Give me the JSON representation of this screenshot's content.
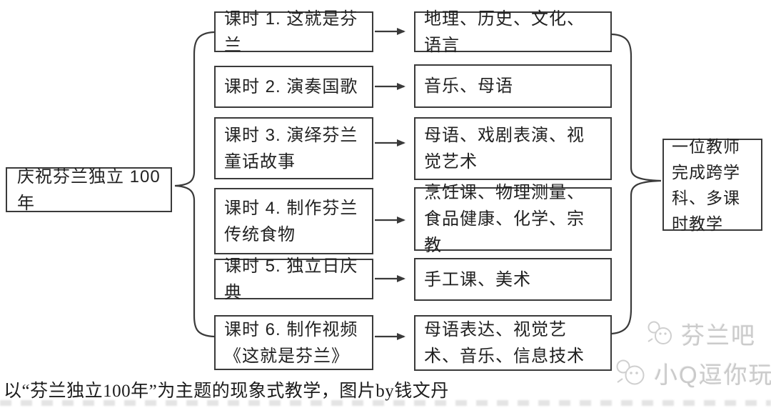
{
  "diagram": {
    "root": {
      "label": "庆祝芬兰独立 100 年"
    },
    "outcome": {
      "label": "一位教师完成跨学科、多课时教学"
    },
    "rows": [
      {
        "lesson": "课时 1. 这就是芬兰",
        "subjects": "地理、历史、文化、语言"
      },
      {
        "lesson": "课时 2. 演奏国歌",
        "subjects": "音乐、母语"
      },
      {
        "lesson": "课时 3. 演绎芬兰童话故事",
        "subjects": "母语、戏剧表演、视觉艺术"
      },
      {
        "lesson": "课时 4. 制作芬兰传统食物",
        "subjects": "烹饪课、物理测量、食品健康、化学、宗教"
      },
      {
        "lesson": "课时 5. 独立日庆典",
        "subjects": "手工课、美术"
      },
      {
        "lesson": "课时 6. 制作视频《这就是芬兰》",
        "subjects": "母语表达、视觉艺术、音乐、信息技术"
      }
    ]
  },
  "caption": "以“芬兰独立100年”为主题的现象式教学，图片by钱文丹",
  "watermarks": [
    {
      "label": "芬兰吧"
    },
    {
      "label": "小Q逗你玩"
    }
  ],
  "colors": {
    "line": "#3a3a3a",
    "text": "#212121",
    "watermark": "#cbcbcb",
    "background": "#ffffff"
  }
}
